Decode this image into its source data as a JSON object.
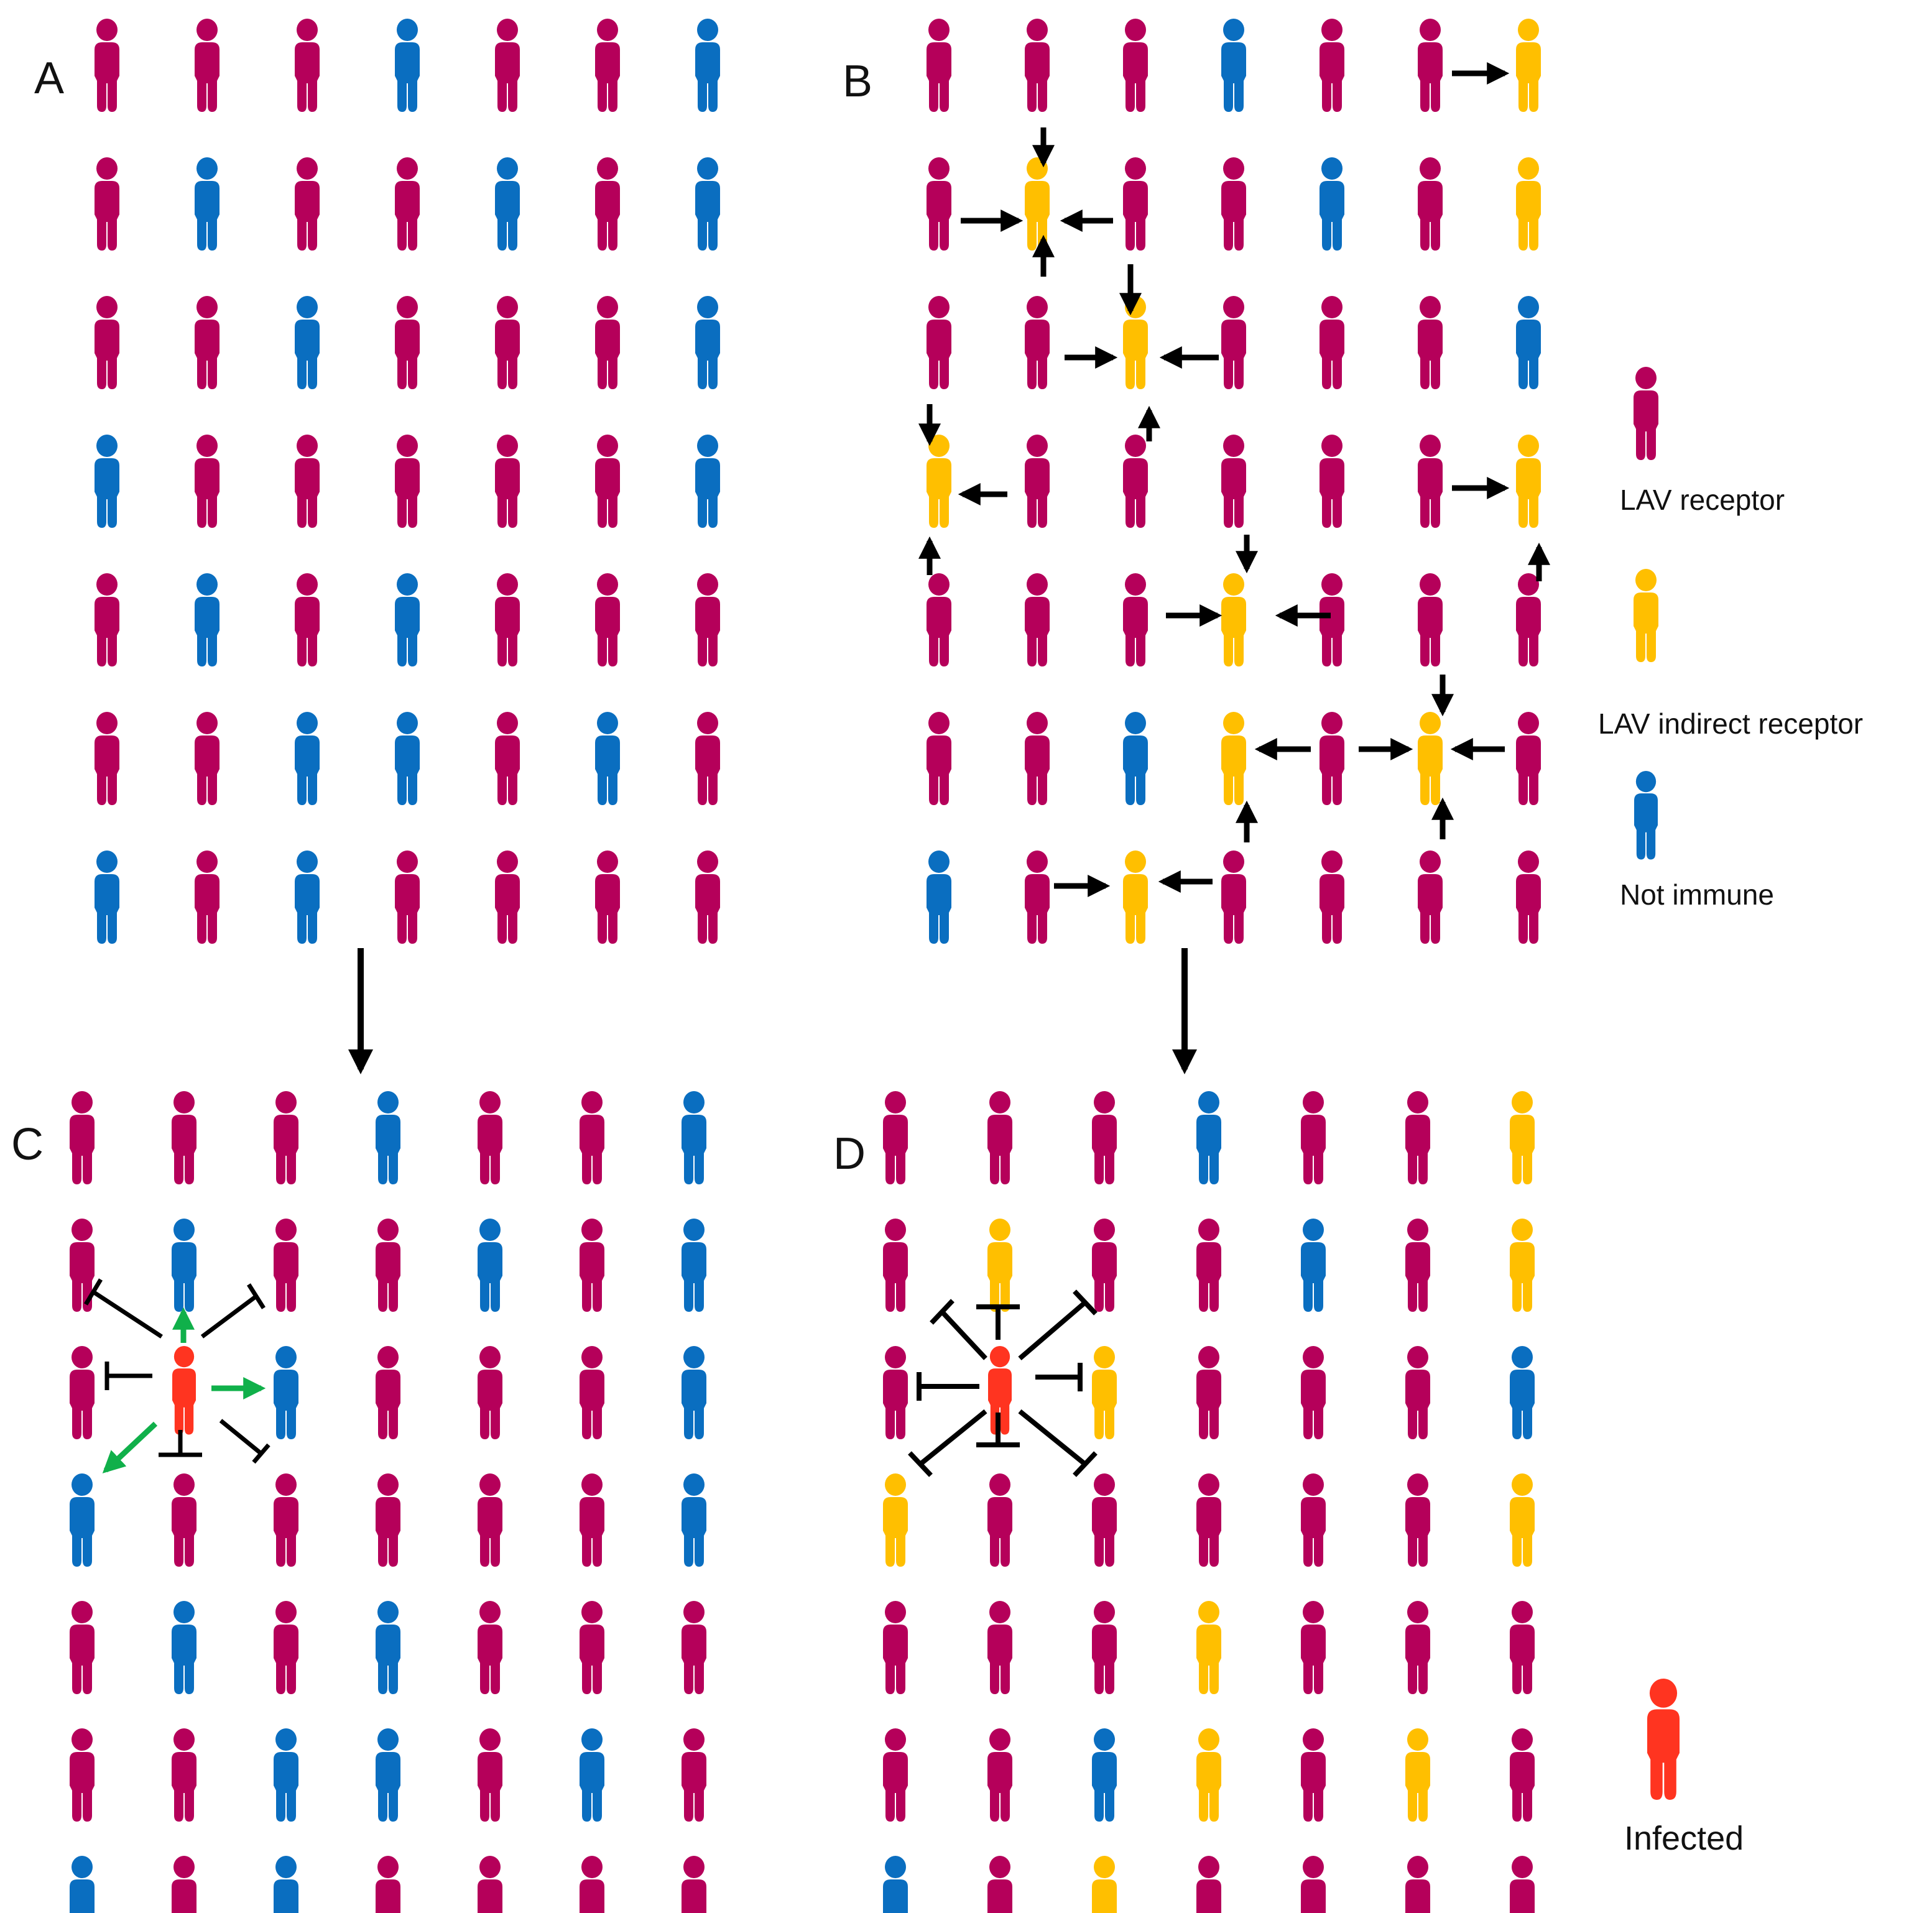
{
  "colors": {
    "receptor": "#B5005A",
    "indirect": "#FFBF00",
    "not_immune": "#0A6EC0",
    "infected": "#FF3420",
    "arrow": "#000000",
    "spread_arrow": "#10B04A"
  },
  "panels": [
    {
      "label": "A",
      "grid": [
        "RRRNRRN",
        "RNRRNRN",
        "RRNRRRN",
        "NRRRRRN",
        "RNRNRRR",
        "RRNNRNR",
        "NRNRRRR"
      ]
    },
    {
      "label": "B",
      "grid": [
        "RRRNRRI",
        "RIRRNRI",
        "RRIRRRN",
        "IRRRRRI",
        "RRRIRRR",
        "RRNIRIR",
        "NRIRRRR"
      ]
    },
    {
      "label": "C",
      "grid": [
        "RRRNRRN",
        "RNRRNRN",
        "RXNRRRN",
        "NRRRRRN",
        "RNRNRRR",
        "RRNNRNR",
        "NRNRRRR"
      ]
    },
    {
      "label": "D",
      "grid": [
        "RRRNRRI",
        "RIRRNRI",
        "RXIRRRN",
        "IRRRRRI",
        "RRRIRRR",
        "RRNIRIR",
        "NRIRRRR"
      ]
    }
  ],
  "legend": {
    "receptor_label": "LAV receptor",
    "indirect_label": "LAV indirect receptor",
    "not_immune_label": "Not immune",
    "infected_label": "Infected"
  }
}
